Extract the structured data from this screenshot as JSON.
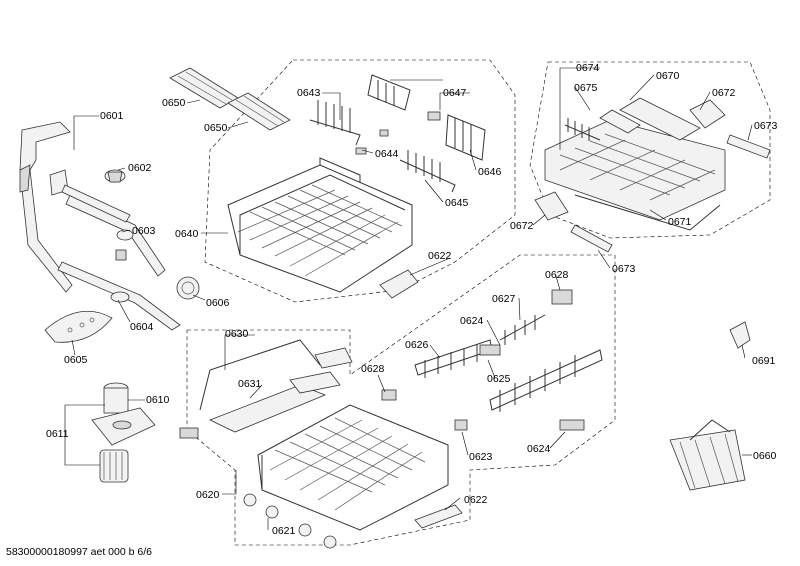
{
  "footer": "58300000180997 aet 000 b 6/6",
  "labels": {
    "p0601": "0601",
    "p0602": "0602",
    "p0603": "0603",
    "p0604": "0604",
    "p0605": "0605",
    "p0606": "0606",
    "p0610": "0610",
    "p0611": "0611",
    "p0620": "0620",
    "p0621": "0621",
    "p0622a": "0622",
    "p0622b": "0622",
    "p0623": "0623",
    "p0624a": "0624",
    "p0624b": "0624",
    "p0625": "0625",
    "p0626": "0626",
    "p0627": "0627",
    "p0628a": "0628",
    "p0628b": "0628",
    "p0630": "0630",
    "p0631": "0631",
    "p0640": "0640",
    "p0643": "0643",
    "p0644": "0644",
    "p0645": "0645",
    "p0646": "0646",
    "p0647": "0647",
    "p0650a": "0650",
    "p0650b": "0650",
    "p0660": "0660",
    "p0670": "0670",
    "p0671": "0671",
    "p0672a": "0672",
    "p0672b": "0672",
    "p0673a": "0673",
    "p0673b": "0673",
    "p0674": "0674",
    "p0675": "0675",
    "p0691": "0691"
  }
}
